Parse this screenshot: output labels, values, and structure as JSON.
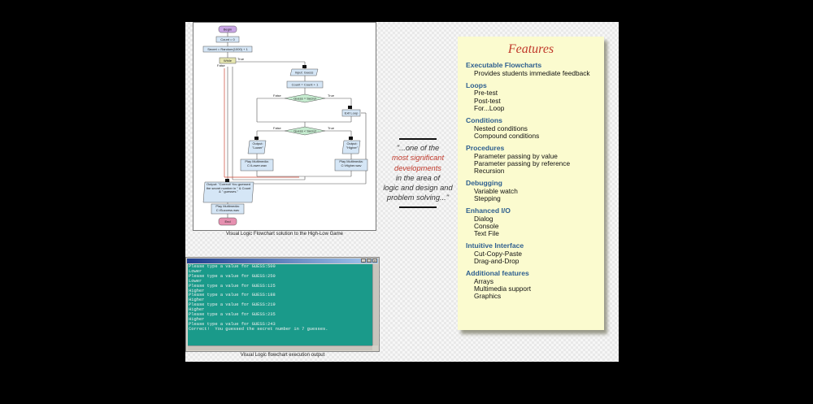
{
  "flowchart": {
    "caption": "Visual Logic Flowchart solution to the High-Low Game",
    "begin": "Begin",
    "init_count": "Count = 0",
    "init_secret": "Secret = Random(1000) + 1",
    "loop_cond": "While",
    "loop_true": "True",
    "loop_false": "False",
    "input_guess": "Input: Guess",
    "inc_count": "Count = Count + 1",
    "cond_equal": "Guess = Secret",
    "cond_equal_false": "False",
    "cond_equal_true": "True",
    "exit_loop": "Exit Loop",
    "cond_less": "Guess < Secret",
    "cond_less_false": "False",
    "cond_less_true": "True",
    "output_lower": "Output: \"Lower\"",
    "output_higher": "Output: \"Higher\"",
    "play_lower": "Play Multimedia: C:\\Lower.wav",
    "play_higher": "Play Multimedia: C:\\Higher.wav",
    "output_correct": "Output: \"Correct! You guessed the secret number in \" & Count & \" guesses.\"",
    "play_success": "Play Multimedia: C:\\Success.wav",
    "end": "End"
  },
  "console": {
    "caption": "Visual Logic flowchart execution output",
    "lines": [
      "Please type a value for GUESS:500",
      "Lower",
      "Please type a value for GUESS:250",
      "Lower",
      "Please type a value for GUESS:125",
      "Higher",
      "Please type a value for GUESS:188",
      "Higher",
      "Please type a value for GUESS:219",
      "Higher",
      "Please type a value for GUESS:235",
      "Higher",
      "Please type a value for GUESS:243",
      "Correct!  You guessed the secret number in 7 guesses."
    ]
  },
  "quote": {
    "open": "\"...one of the",
    "highlight1": "most significant",
    "highlight2": "developments",
    "line4": "in the area of",
    "line5": "logic and design and",
    "line6": "problem solving...\""
  },
  "features": {
    "title": "Features",
    "sections": [
      {
        "heading": "Executable Flowcharts",
        "items": [
          "Provides students immediate feedback"
        ]
      },
      {
        "heading": "Loops",
        "items": [
          "Pre-test",
          "Post-test",
          "For...Loop"
        ]
      },
      {
        "heading": "Conditions",
        "items": [
          "Nested conditions",
          "Compound conditions"
        ]
      },
      {
        "heading": "Procedures",
        "items": [
          "Parameter passing by value",
          "Parameter passing by reference",
          "Recursion"
        ]
      },
      {
        "heading": "Debugging",
        "items": [
          "Variable watch",
          "Stepping"
        ]
      },
      {
        "heading": "Enhanced I/O",
        "items": [
          "Dialog",
          "Console",
          "Text File"
        ]
      },
      {
        "heading": "Intuitive Interface",
        "items": [
          "Cut-Copy-Paste",
          "Drag-and-Drop"
        ]
      },
      {
        "heading": "Additional features",
        "items": [
          "Arrays",
          "Multimedia support",
          "Graphics"
        ]
      }
    ]
  },
  "colors": {
    "console_bg": "#1a9a8a",
    "features_bg": "#fbfbcf",
    "features_heading": "#2e5f8f",
    "accent_red": "#c0392b"
  }
}
